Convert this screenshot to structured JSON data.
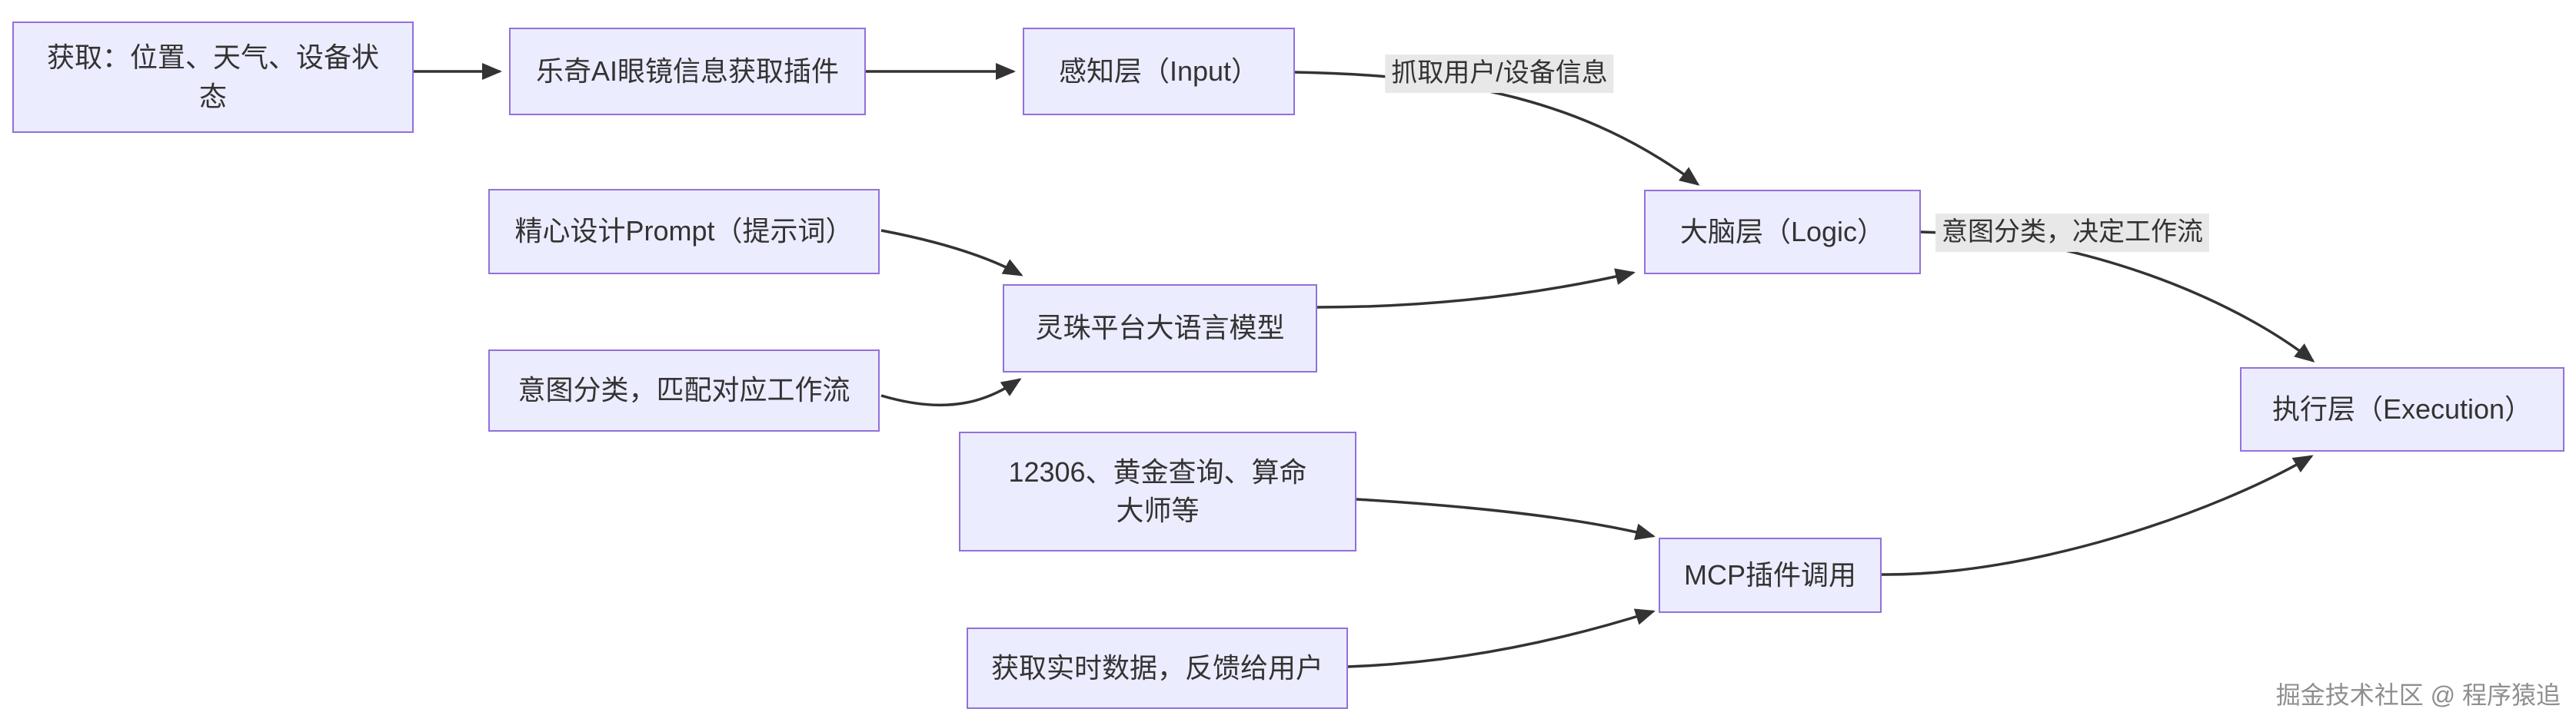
{
  "diagram": {
    "nodes": {
      "acquire": {
        "label": "获取：位置、天气、设备状态"
      },
      "plugin": {
        "label": "乐奇AI眼镜信息获取插件"
      },
      "perception": {
        "label": "感知层（Input）"
      },
      "prompt": {
        "label": "精心设计Prompt（提示词）"
      },
      "intentmatch": {
        "label": "意图分类，匹配对应工作流"
      },
      "llm": {
        "label": "灵珠平台大语言模型"
      },
      "brain": {
        "label": "大脑层（Logic）"
      },
      "examples": {
        "label": "12306、黄金查询、算命大师等"
      },
      "realtime": {
        "label": "获取实时数据，反馈给用户"
      },
      "mcpcall": {
        "label": "MCP插件调用"
      },
      "execution": {
        "label": "执行层（Execution）"
      }
    },
    "edge_labels": {
      "grab": {
        "label": "抓取用户/设备信息"
      },
      "decide": {
        "label": "意图分类，决定工作流"
      }
    },
    "colors": {
      "node_fill": "#ECECFF",
      "node_border": "#9370DB",
      "edge_stroke": "#333333",
      "edge_label_bg": "#e8e8e8",
      "text": "#333333",
      "watermark_text": "#8f8f8f"
    },
    "watermark": "掘金技术社区 @ 程序猿追"
  }
}
